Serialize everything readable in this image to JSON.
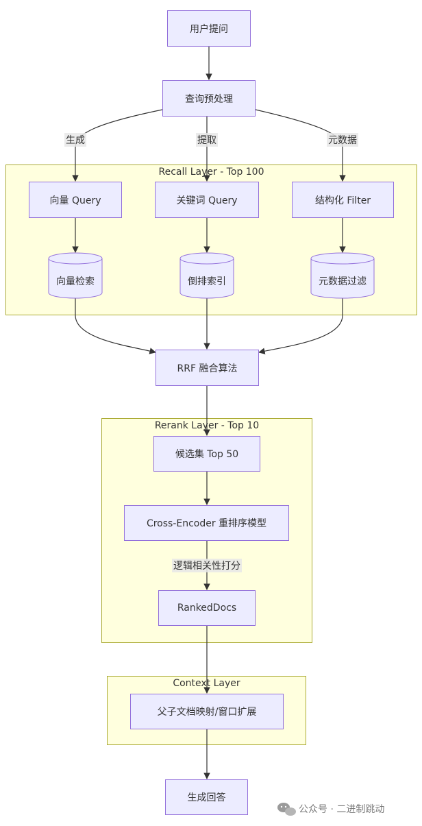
{
  "clusters": {
    "recall": "Recall Layer - Top 100",
    "rerank": "Rerank Layer - Top 10",
    "context": "Context Layer"
  },
  "nodes": {
    "user_question": "用户提问",
    "query_preprocess": "查询预处理",
    "vector_query": "向量 Query",
    "keyword_query": "关键词 Query",
    "structured_filter": "结构化 Filter",
    "vector_search": "向量检索",
    "inverted_index": "倒排索引",
    "metadata_filter": "元数据过滤",
    "rrf": "RRF 融合算法",
    "candidates": "候选集 Top 50",
    "cross_encoder": "Cross-Encoder 重排序模型",
    "ranked_docs": "RankedDocs",
    "parent_child": "父子文档映射/窗口扩展",
    "generate_answer": "生成回答"
  },
  "edge_labels": {
    "generate": "生成",
    "extract": "提取",
    "metadata": "元数据",
    "relevance": "逻辑相关性打分"
  },
  "watermark": {
    "text": "公众号 · 二进制跳动",
    "icon": "wechat-icon"
  },
  "colors": {
    "node_fill": "#ececff",
    "node_stroke": "#9370db",
    "cluster_fill": "#ffffde",
    "cluster_stroke": "#aaaa33",
    "edge": "#333333"
  }
}
